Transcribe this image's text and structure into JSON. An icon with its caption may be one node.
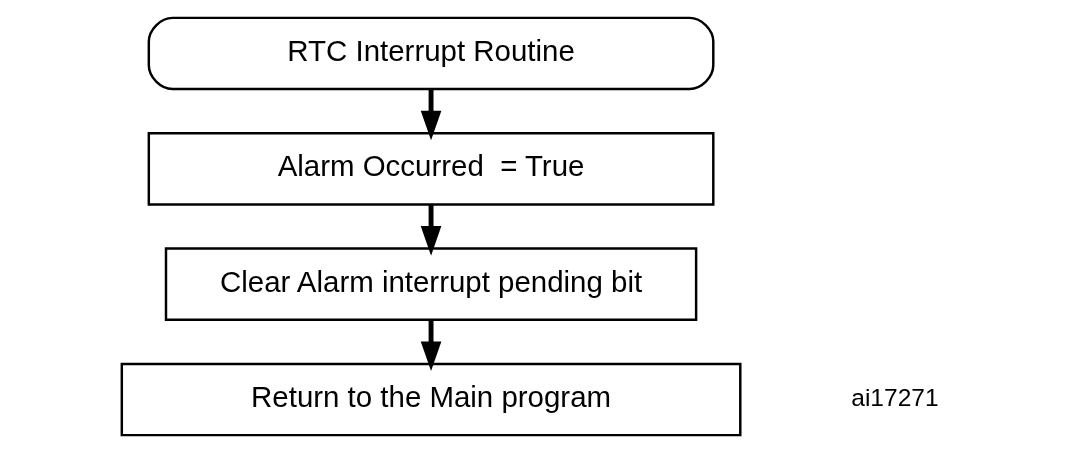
{
  "diagram": {
    "nodes": [
      {
        "text": [
          "RTC Interrupt Routine"
        ]
      },
      {
        "text": [
          "Alarm Occurred  = True"
        ]
      },
      {
        "text": [
          "Clear Alarm interrupt pending bit"
        ]
      },
      {
        "text": [
          "Return to the Main program"
        ]
      }
    ],
    "edges": [
      {
        "from": 0,
        "to": 1,
        "arrow": "to"
      },
      {
        "from": 1,
        "to": 2,
        "arrow": "to"
      },
      {
        "from": 2,
        "to": 3,
        "arrow": "to"
      }
    ],
    "labels": [
      "ai17271"
    ]
  }
}
